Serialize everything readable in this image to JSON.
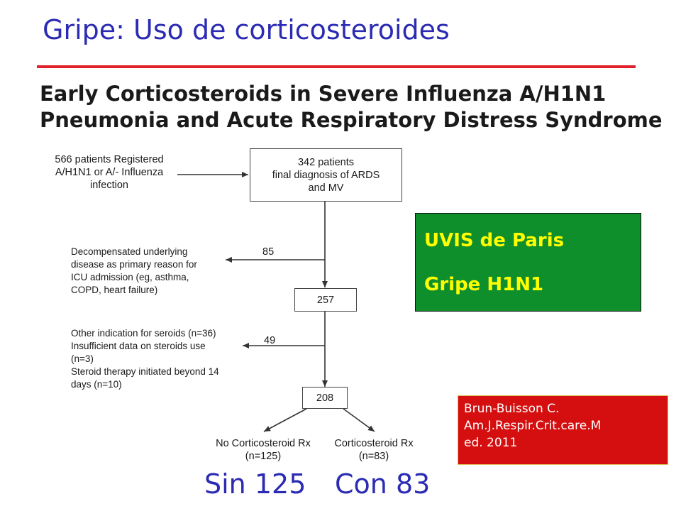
{
  "slide": {
    "title": "Gripe: Uso de corticosteroides"
  },
  "paper": {
    "title_line1": "Early Corticosteroids in Severe Influenza A/H1N1",
    "title_line2": "Pneumonia and Acute Respiratory Distress Syndrome"
  },
  "flowchart": {
    "registered": [
      "566 patients Registered",
      "A/H1N1 or A/- Influenza",
      "infection"
    ],
    "final_box": [
      "342 patients",
      "final diagnosis of ARDS",
      "and MV"
    ],
    "excl1_count": "85",
    "excl1_text": [
      "Decompensated underlying",
      "disease as primary reason for",
      "ICU admission (eg, asthma,",
      "COPD, heart failure)"
    ],
    "box2": "257",
    "excl2_count": "49",
    "excl2_text": [
      "Other indication for seroids (n=36)",
      "Insufficient data on steroids use",
      "(n=3)",
      "Steroid therapy initiated beyond 14",
      "days (n=10)"
    ],
    "box3": "208",
    "no_cs": [
      "No Corticosteroid Rx",
      "(n=125)"
    ],
    "cs": [
      "Corticosteroid Rx",
      "(n=83)"
    ]
  },
  "green_box": {
    "line1": "UVIS de Paris",
    "line2": "Gripe H1N1",
    "background": "#0e8f2c",
    "text_color": "#ffff00"
  },
  "citation": {
    "line1": "Brun-Buisson C.",
    "line2": "Am.J.Respir.Crit.care.M",
    "line3": "ed. 2011",
    "background": "#d50f0f"
  },
  "summary": {
    "sin": "Sin 125",
    "con": "Con 83"
  },
  "colors": {
    "title": "#2b2bb3",
    "rule": "#e0202a"
  }
}
